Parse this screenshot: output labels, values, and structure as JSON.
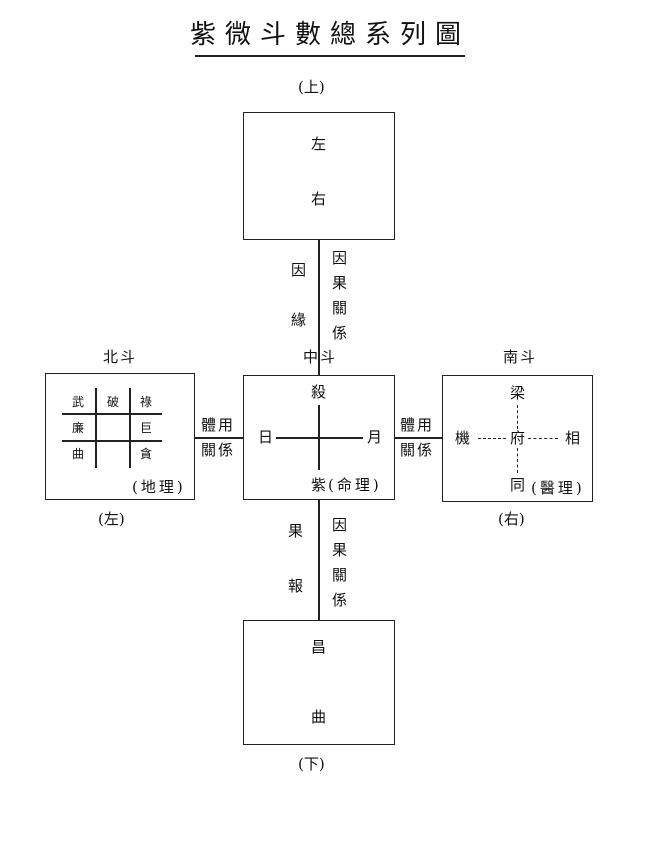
{
  "title": "紫微斗數總系列圖",
  "top": {
    "position": "(上)",
    "stars": [
      "左",
      "右"
    ]
  },
  "upper_link": {
    "left": "因緣",
    "right": "因果關係",
    "label": "中斗"
  },
  "center": {
    "top": "殺",
    "left": "日",
    "right": "月",
    "bottom": "紫",
    "domain": "(命理)"
  },
  "left": {
    "heading": "北斗",
    "grid": [
      [
        "武",
        "破",
        "祿"
      ],
      [
        "廉",
        "",
        "巨"
      ],
      [
        "曲",
        "",
        "貪"
      ]
    ],
    "domain": "(地理)",
    "position": "(左)",
    "link": [
      "體用",
      "關係"
    ]
  },
  "right": {
    "heading": "南斗",
    "top": "梁",
    "left": "機",
    "center": "府",
    "right": "相",
    "bottom": "同",
    "domain": "(醫理)",
    "position": "(右)",
    "link": [
      "體用",
      "關係"
    ]
  },
  "lower_link": {
    "left": "果報",
    "right": "因果關係"
  },
  "bottom": {
    "position": "(下)",
    "stars": [
      "昌",
      "曲"
    ]
  }
}
